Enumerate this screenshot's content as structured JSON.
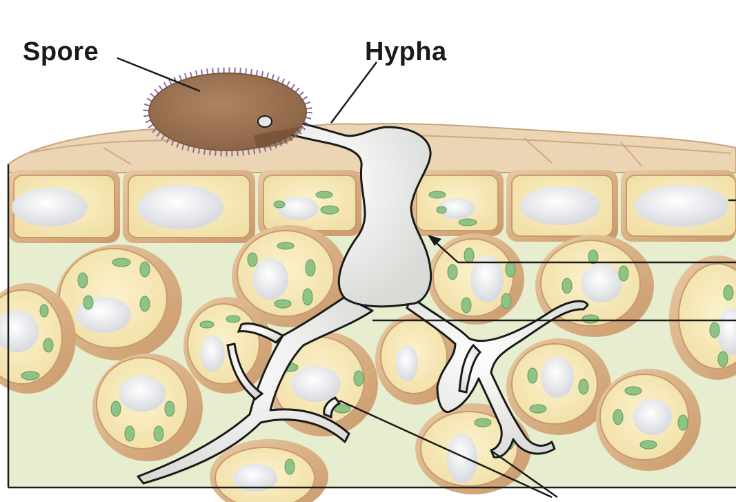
{
  "labels": {
    "spore": "Spore",
    "hypha": "Hypha"
  },
  "colors": {
    "background": "#ffffff",
    "epidermis_top": "#e8cfae",
    "cell_wall": "#d9b48c",
    "cytoplasm": "#f6e9b8",
    "vacuole": "#e4e6ea",
    "chloroplast": "#8fc286",
    "intercellular": "#e4edcc",
    "spore": "#9b7456",
    "spore_spines": "#8a6aa8",
    "hypha": "#e6e6e4",
    "outline": "#1a1a1a"
  },
  "icons": [
    "fungal-spore",
    "hypha",
    "plant-cell",
    "chloroplast",
    "vacuole"
  ]
}
